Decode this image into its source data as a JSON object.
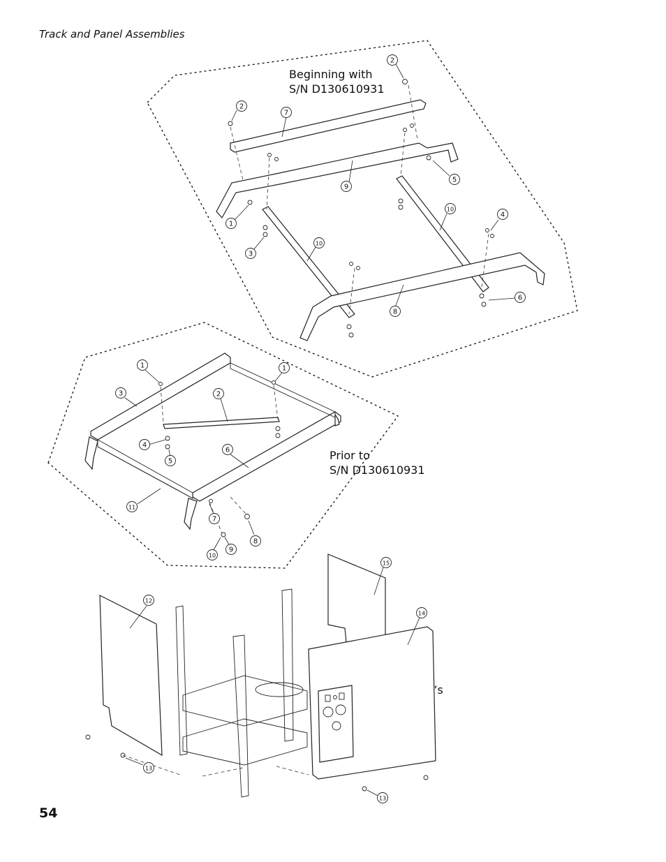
{
  "header": {
    "title": "Track and Panel Assemblies"
  },
  "page": {
    "number": "54"
  },
  "sections": {
    "upper": {
      "caption_line1": "Beginning with",
      "caption_line2": "S/N D130610931"
    },
    "middle": {
      "caption_line1": "Prior to",
      "caption_line2": "S/N D130610931"
    },
    "lower": {
      "caption": "All S/N’s"
    }
  },
  "callouts": {
    "upper": [
      "2",
      "2",
      "7",
      "9",
      "5",
      "1",
      "3",
      "10",
      "10",
      "4",
      "8",
      "6"
    ],
    "middle": [
      "1",
      "1",
      "3",
      "2",
      "4",
      "5",
      "6",
      "11",
      "7",
      "8",
      "10",
      "9"
    ],
    "lower": [
      "15",
      "12",
      "14",
      "13",
      "13"
    ]
  }
}
